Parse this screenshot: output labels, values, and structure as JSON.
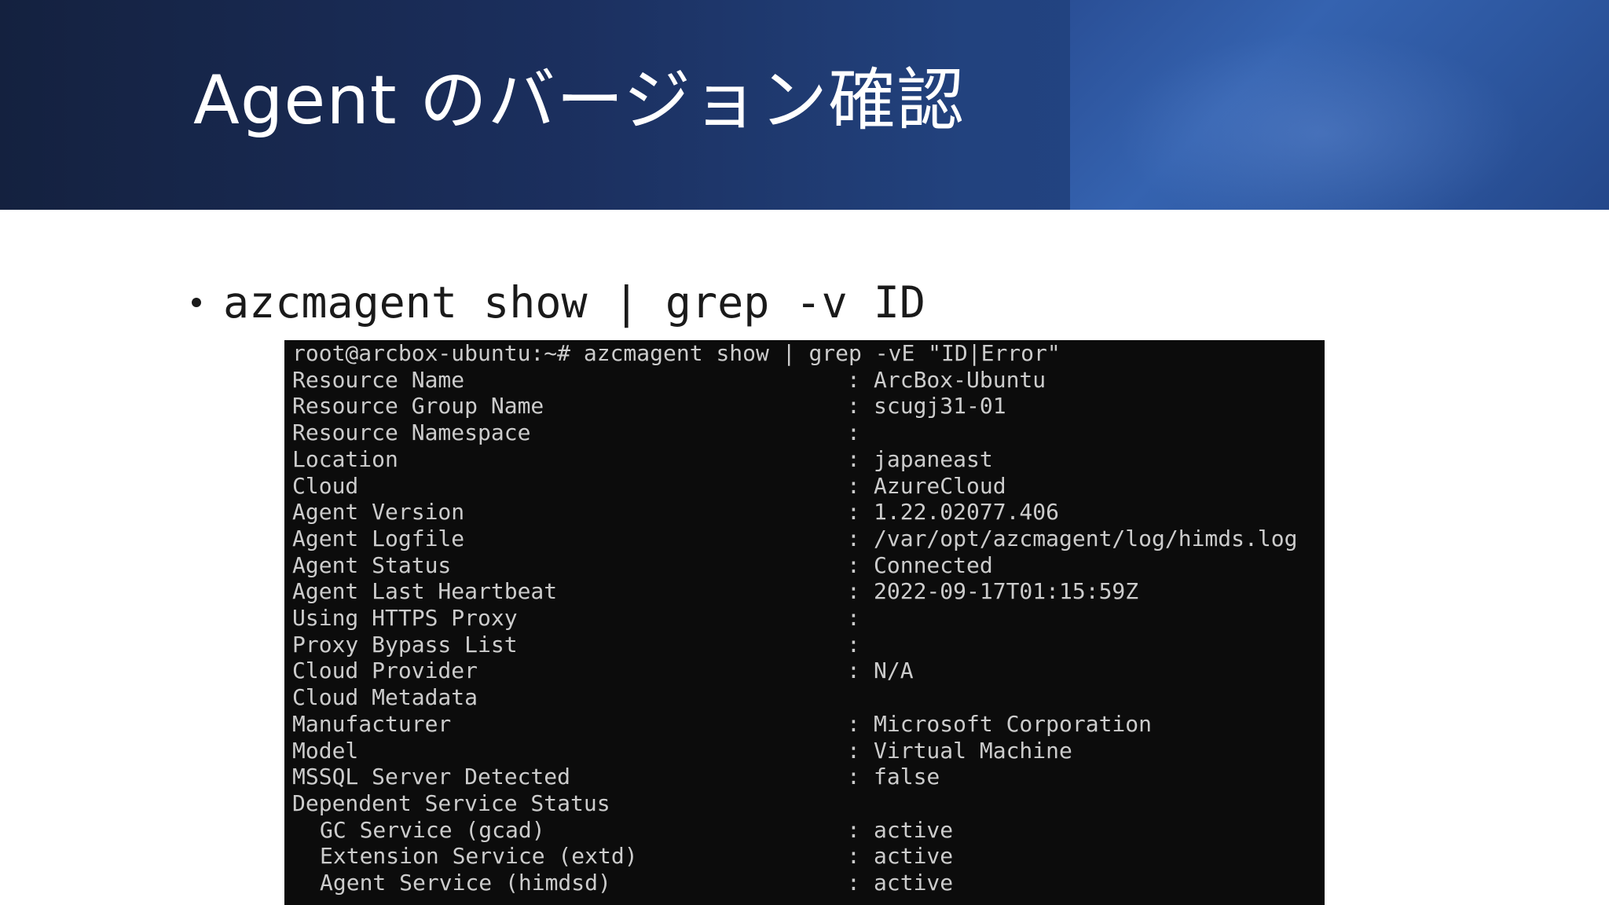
{
  "slide": {
    "title": "Agent のバージョン確認",
    "bullet": "azcmagent show | grep -v ID"
  },
  "terminal": {
    "prompt_line": "root@arcbox-ubuntu:~# azcmagent show | grep -vE \"ID|Error\"",
    "rows": [
      {
        "key": "Resource Name",
        "sep": ":",
        "value": "ArcBox-Ubuntu",
        "indent": false
      },
      {
        "key": "Resource Group Name",
        "sep": ":",
        "value": "scugj31-01",
        "indent": false
      },
      {
        "key": "Resource Namespace",
        "sep": ":",
        "value": "",
        "indent": false
      },
      {
        "key": "Location",
        "sep": ":",
        "value": "japaneast",
        "indent": false
      },
      {
        "key": "Cloud",
        "sep": ":",
        "value": "AzureCloud",
        "indent": false
      },
      {
        "key": "Agent Version",
        "sep": ":",
        "value": "1.22.02077.406",
        "indent": false
      },
      {
        "key": "Agent Logfile",
        "sep": ":",
        "value": "/var/opt/azcmagent/log/himds.log",
        "indent": false
      },
      {
        "key": "Agent Status",
        "sep": ":",
        "value": "Connected",
        "indent": false
      },
      {
        "key": "Agent Last Heartbeat",
        "sep": ":",
        "value": "2022-09-17T01:15:59Z",
        "indent": false
      },
      {
        "key": "Using HTTPS Proxy",
        "sep": ":",
        "value": "",
        "indent": false
      },
      {
        "key": "Proxy Bypass List",
        "sep": ":",
        "value": "",
        "indent": false
      },
      {
        "key": "Cloud Provider",
        "sep": ":",
        "value": "N/A",
        "indent": false
      },
      {
        "key": "Cloud Metadata",
        "sep": "",
        "value": "",
        "indent": false
      },
      {
        "key": "Manufacturer",
        "sep": ":",
        "value": "Microsoft Corporation",
        "indent": false
      },
      {
        "key": "Model",
        "sep": ":",
        "value": "Virtual Machine",
        "indent": false
      },
      {
        "key": "MSSQL Server Detected",
        "sep": ":",
        "value": "false",
        "indent": false
      },
      {
        "key": "Dependent Service Status",
        "sep": "",
        "value": "",
        "indent": false
      },
      {
        "key": "GC Service (gcad)",
        "sep": ":",
        "value": "active",
        "indent": true
      },
      {
        "key": "Extension Service (extd)",
        "sep": ":",
        "value": "active",
        "indent": true
      },
      {
        "key": "Agent Service (himdsd)",
        "sep": ":",
        "value": "active",
        "indent": true
      }
    ]
  }
}
